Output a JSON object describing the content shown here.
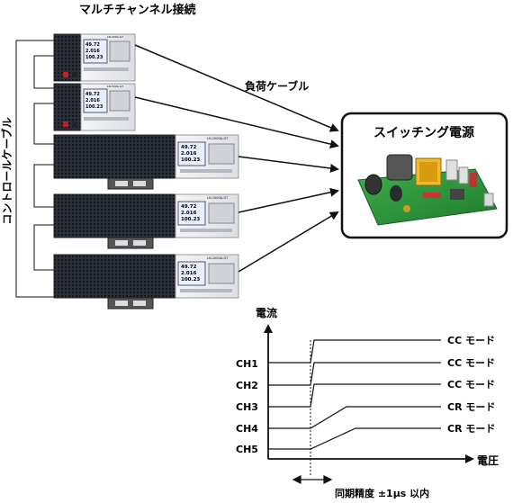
{
  "heading": "マルチチャンネル接続",
  "control_cable_label": "コントロールケーブル",
  "load_cable_label": "負荷ケーブル",
  "target_device_label": "スイッチング電源",
  "units": [
    {
      "model": "LN-300A-G7",
      "readings": [
        "49.72",
        "2.016",
        "100.23"
      ]
    },
    {
      "model": "LN-300A-G7",
      "readings": [
        "49.72",
        "2.016",
        "100.23"
      ]
    },
    {
      "model": "LN-1000A-G7",
      "readings": [
        "49.72",
        "2.016",
        "100.23"
      ]
    },
    {
      "model": "LN-1000A-G7",
      "readings": [
        "49.72",
        "2.016",
        "100.23"
      ]
    },
    {
      "model": "LN-1000A-G7",
      "readings": [
        "49.72",
        "2.016",
        "100.23"
      ]
    }
  ],
  "graph": {
    "y_axis_label": "電流",
    "x_axis_label": "電圧",
    "channels": [
      {
        "label": "CH1",
        "mode": "CC モード"
      },
      {
        "label": "CH2",
        "mode": "CC モード"
      },
      {
        "label": "CH3",
        "mode": "CC モード"
      },
      {
        "label": "CH4",
        "mode": "CR モード"
      },
      {
        "label": "CH5",
        "mode": "CR モード"
      }
    ],
    "sync_note": "同期精度 ±1μs 以内"
  }
}
